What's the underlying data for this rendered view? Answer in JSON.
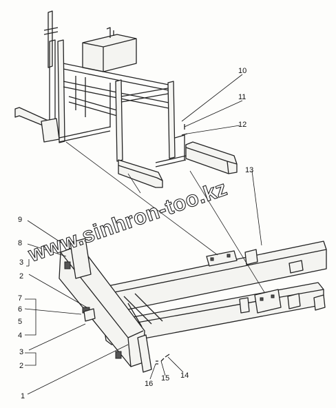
{
  "watermark": "www.sinhron-too.kz",
  "callouts": [
    "1",
    "2",
    "3",
    "4",
    "5",
    "6",
    "7",
    "8",
    "9",
    "10",
    "11",
    "12",
    "13",
    "14",
    "15",
    "16",
    "2",
    "3"
  ],
  "colors": {
    "line": "#222222",
    "background": "#fdfdfb"
  }
}
